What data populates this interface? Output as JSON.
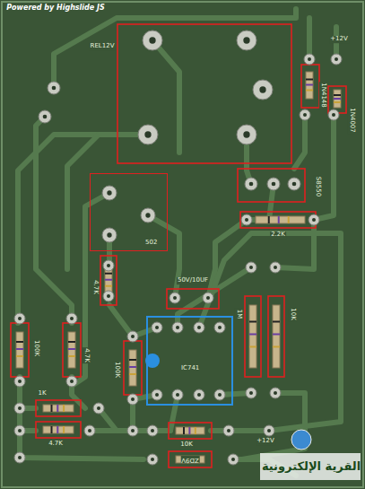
{
  "diagram": {
    "nodes": [
      {
        "text": [
          "502"
        ]
      },
      {
        "text": [
          "IC741"
        ]
      }
    ],
    "labels": [
      "Powered by Highslide JS",
      "REL12V",
      "+12V",
      "1N4148",
      "1N4007",
      "S8550",
      "2.2K",
      "4.7K",
      "50V/10UF",
      "1M",
      "10K",
      "100K",
      "4.7K",
      "100K",
      "1K",
      "4.7K",
      "10K",
      "ZD9V",
      "+12V",
      "القرية الإلكترونية"
    ]
  }
}
